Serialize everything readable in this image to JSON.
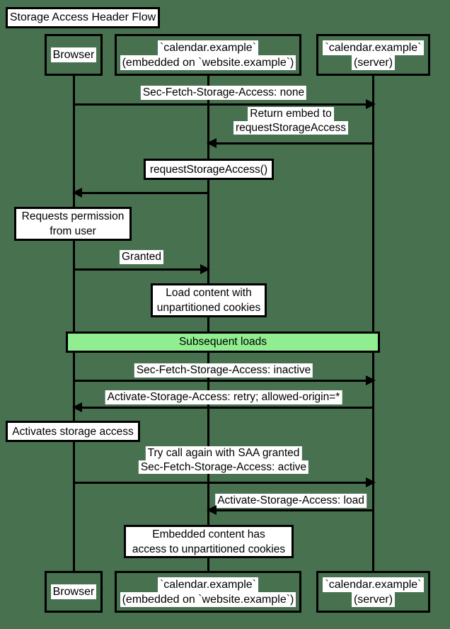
{
  "diagram": {
    "title": "Storage Access Header Flow",
    "participants": {
      "browser": "Browser",
      "embed_line1": "`calendar.example`",
      "embed_line2": "(embedded on `website.example`)",
      "server_line1": "`calendar.example`",
      "server_line2": "(server)"
    },
    "messages": {
      "sec_fetch_none": "Sec-Fetch-Storage-Access: none",
      "return_embed_line1": "Return embed to",
      "return_embed_line2": "requestStorageAccess",
      "granted": "Granted",
      "sec_fetch_inactive": "Sec-Fetch-Storage-Access: inactive",
      "activate_retry": "Activate-Storage-Access: retry; allowed-origin=*",
      "try_again_line1": "Try call again with SAA granted",
      "try_again_line2": "Sec-Fetch-Storage-Access: active",
      "activate_load": "Activate-Storage-Access: load"
    },
    "notes": {
      "request_saa": "requestStorageAccess()",
      "perm_line1": "Requests permission",
      "perm_line2": "from user",
      "load_line1": "Load content with",
      "load_line2": "unpartitioned cookies",
      "activates": "Activates storage access",
      "embedded_line1": "Embedded content has",
      "embedded_line2": "access to unpartitioned cookies"
    },
    "banner": "Subsequent loads",
    "colors": {
      "background": "#47714F",
      "banner_fill": "#90EE90",
      "stroke": "#000000",
      "box_fill": "#FFFFFF"
    }
  }
}
